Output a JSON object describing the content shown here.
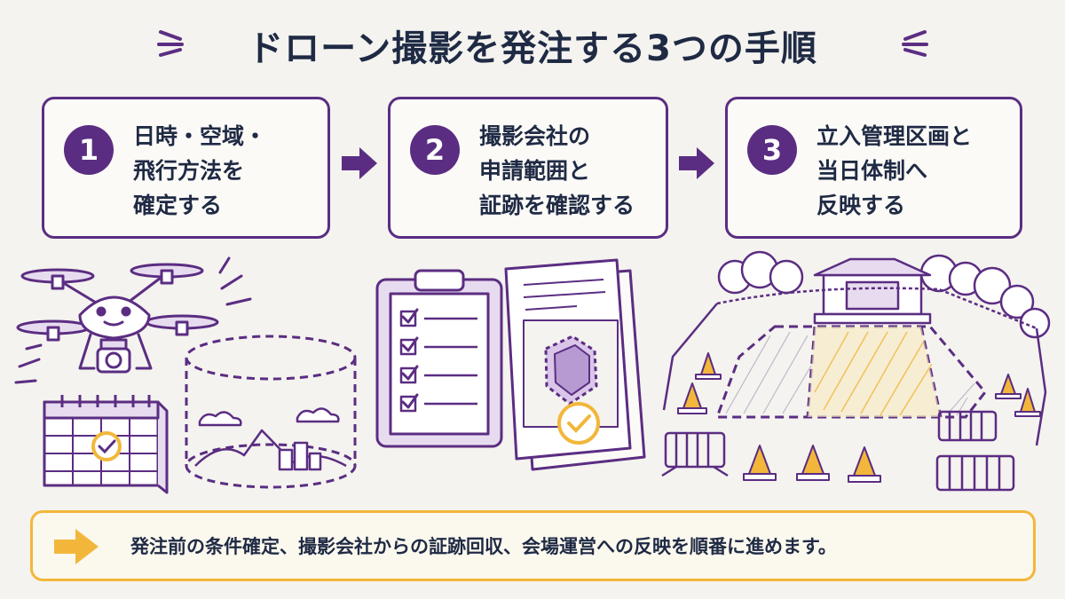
{
  "title": "ドローン撮影を発注する3つの手順",
  "steps": [
    {
      "number": "1",
      "lines": [
        "日時・空域・",
        "飛行方法を",
        "確定する"
      ]
    },
    {
      "number": "2",
      "lines": [
        "撮影会社の",
        "申請範囲と",
        "証跡を確認する"
      ]
    },
    {
      "number": "3",
      "lines": [
        "立入管理区画と",
        "当日体制へ",
        "反映する"
      ]
    }
  ],
  "footer": {
    "text": "発注前の条件確定、撮影会社からの証跡回収、会場運営への反映を順番に進めます。"
  },
  "colors": {
    "primary": "#5b2d82",
    "accent": "#f2b73a",
    "text": "#1f2a44",
    "light": "#e7dcef"
  },
  "icons": [
    "drone-icon",
    "calendar-icon",
    "airspace-cylinder-icon",
    "clipboard-checklist-icon",
    "permit-document-icon",
    "venue-stage-icon",
    "traffic-cone-icon",
    "barrier-fence-icon",
    "arrow-right-icon"
  ]
}
